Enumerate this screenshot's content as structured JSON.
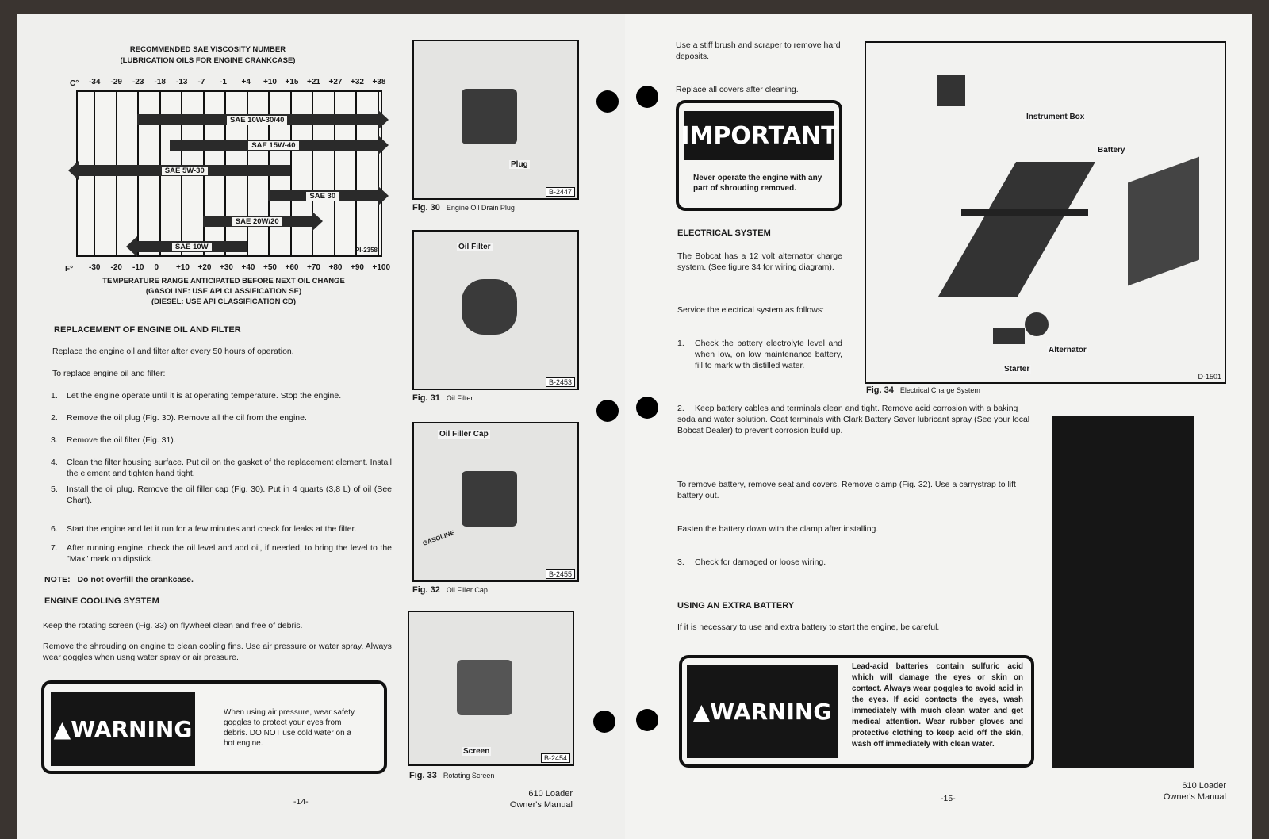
{
  "left_page": {
    "chart": {
      "title": "RECOMMENDED SAE VISCOSITY NUMBER",
      "subtitle": "(LUBRICATION OILS FOR ENGINE CRANKCASE)",
      "c_unit": "C°",
      "f_unit": "F°",
      "c_ticks": [
        "-34",
        "-29",
        "-23",
        "-18",
        "-13",
        "-7",
        "-1",
        "+4",
        "+10",
        "+15",
        "+21",
        "+27",
        "+32",
        "+38"
      ],
      "f_ticks": [
        "-30",
        "-20",
        "-10",
        "0",
        "+10",
        "+20",
        "+30",
        "+40",
        "+50",
        "+60",
        "+70",
        "+80",
        "+90",
        "+100"
      ],
      "code": "PI-2358",
      "caption": [
        "TEMPERATURE RANGE ANTICIPATED BEFORE NEXT OIL CHANGE",
        "(GASOLINE:   USE API CLASSIFICATION SE)",
        "(DIESEL:   USE API CLASSIFICATION CD)"
      ]
    },
    "heading_replacement": "REPLACEMENT OF ENGINE OIL AND FILTER",
    "p1": "Replace the engine oil and filter after every 50 hours of operation.",
    "p2": "To replace engine oil and filter:",
    "steps": [
      {
        "n": "1.",
        "text": "Let the engine operate until it is at operating temperature. Stop the engine."
      },
      {
        "n": "2.",
        "text": "Remove the oil plug (Fig. 30). Remove all the oil from the engine."
      },
      {
        "n": "3.",
        "text": "Remove the oil filter (Fig. 31)."
      },
      {
        "n": "4.",
        "text": "Clean the filter housing surface. Put oil on the gasket of the replacement element. Install the element and tighten hand tight."
      },
      {
        "n": "5.",
        "text": "Install the oil plug. Remove the oil filler cap (Fig. 30). Put in 4 quarts (3,8 L) of oil (See Chart)."
      },
      {
        "n": "6.",
        "text": "Start the engine and let it run for a few minutes and check for leaks at the filter."
      },
      {
        "n": "7.",
        "text": "After running engine, check the oil level and add oil, if needed, to bring the level to the \"Max\" mark on dipstick."
      }
    ],
    "note_label": "NOTE:",
    "note_text": "Do not overfill the crankcase.",
    "heading_cooling": "ENGINE COOLING SYSTEM",
    "p3": "Keep the rotating screen (Fig. 33) on flywheel clean and free of debris.",
    "p4": "Remove the shrouding on engine to clean cooling fins. Use air pressure or water spray. Always wear goggles when usng water spray or air pressure.",
    "warning_label": "WARNING",
    "warning_text": "When using air pressure, wear safety goggles to protect your eyes from debris. DO NOT use cold water on a hot engine.",
    "page_number": "-14-",
    "figures": [
      {
        "num": "Fig. 30",
        "title": "Engine Oil Drain Plug",
        "code": "B-2447",
        "label": "Plug"
      },
      {
        "num": "Fig. 31",
        "title": "Oil Filter",
        "code": "B-2453",
        "label": "Oil Filter"
      },
      {
        "num": "Fig. 32",
        "title": "Oil Filler Cap",
        "code": "B-2455",
        "label": "Oil Filler Cap",
        "cap_text": "GASOLINE"
      },
      {
        "num": "Fig. 33",
        "title": "Rotating Screen",
        "code": "B-2454",
        "label": "Screen"
      }
    ],
    "footer": [
      "610 Loader",
      "Owner's Manual"
    ]
  },
  "right_page": {
    "p1": "Use a stiff brush and scraper to remove hard deposits.",
    "p2": "Replace all covers after cleaning.",
    "important_label": "IMPORTANT",
    "important_text": "Never operate the engine with any part of shrouding removed.",
    "heading_electrical": "ELECTRICAL SYSTEM",
    "p3": "The Bobcat has a 12 volt alternator charge system. (See figure 34 for wiring diagram).",
    "p4": "Service the electrical system as follows:",
    "step1": {
      "n": "1.",
      "text": "Check the battery electrolyte level and when low, on low maintenance battery, fill to mark with distilled water."
    },
    "step2": {
      "n": "2.",
      "text": "Keep battery cables and terminals clean and tight. Remove acid corrosion with a baking soda and water solution. Coat terminals with Clark Battery Saver lubricant spray (See your local Bobcat Dealer) to prevent corrosion build up."
    },
    "p5": "To remove battery, remove seat and covers. Remove clamp (Fig. 32). Use a carrystrap to lift battery out.",
    "p6": "Fasten the battery down with the clamp after installing.",
    "step3": {
      "n": "3.",
      "text": "Check for damaged or loose wiring."
    },
    "heading_extra": "USING AN EXTRA BATTERY",
    "p7": "If it is necessary to use and extra battery to start the engine, be careful.",
    "warning_label": "WARNING",
    "warning_text": "Lead-acid batteries contain sulfuric acid which will damage the eyes or skin on contact. Always wear goggles to avoid acid in the eyes. If acid contacts the eyes, wash immediately with much clean water and get medical attention. Wear rubber gloves and protective clothing to keep acid off the skin, wash off immediately with clean water.",
    "figure": {
      "num": "Fig. 34",
      "title": "Electrical Charge System",
      "code": "D-1501",
      "labels": [
        "Instrument Box",
        "Battery",
        "Alternator",
        "Starter"
      ]
    },
    "page_number": "-15-",
    "footer": [
      "610 Loader",
      "Owner's Manual"
    ]
  }
}
